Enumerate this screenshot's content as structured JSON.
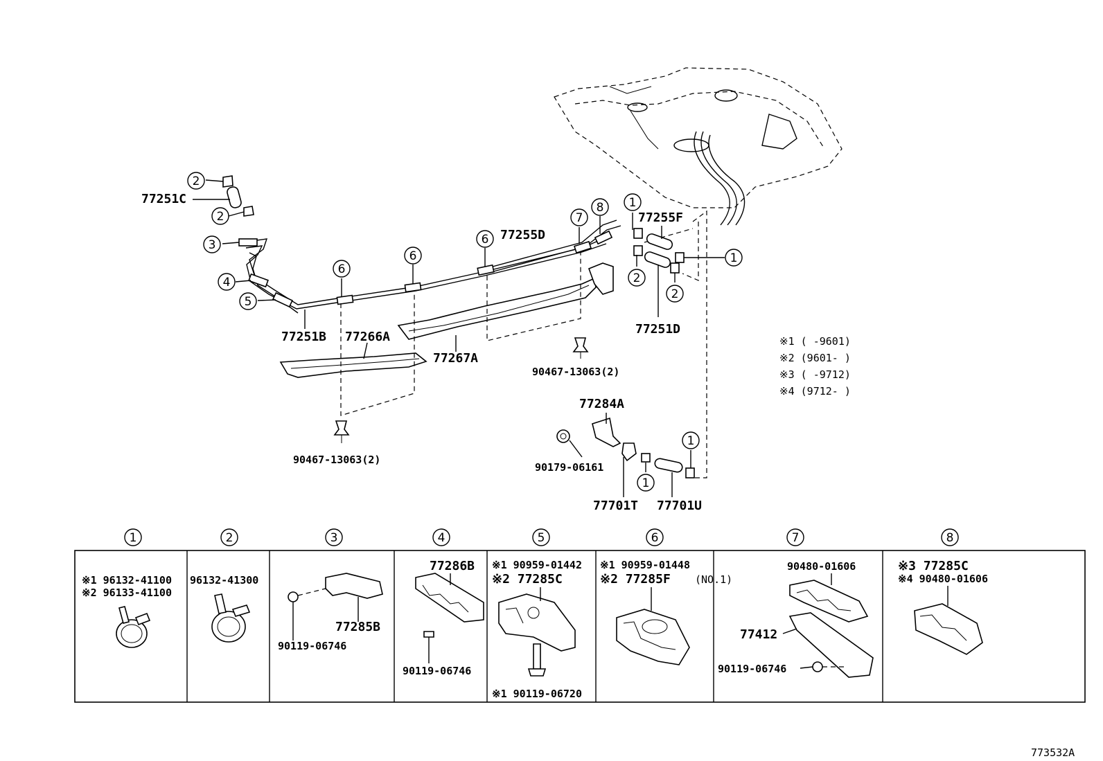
{
  "parts": {
    "p77251C": "77251C",
    "p77251B": "77251B",
    "p77266A": "77266A",
    "p77267A": "77267A",
    "p77255D": "77255D",
    "p77255F": "77255F",
    "p77251D": "77251D",
    "p90467a": "90467-13063(2)",
    "p90467b": "90467-13063(2)",
    "p77284A": "77284A",
    "p90179": "90179-06161",
    "p77701T": "77701T",
    "p77701U": "77701U"
  },
  "callouts": [
    "1",
    "2",
    "3",
    "4",
    "5",
    "6",
    "7",
    "8"
  ],
  "legend": [
    "※1 (    -9601)",
    "※2 (9601-    )",
    "※3 (    -9712)",
    "※4 (9712-    )"
  ],
  "table": {
    "headers": [
      "1",
      "2",
      "3",
      "4",
      "5",
      "6",
      "7",
      "8"
    ],
    "cell1": [
      "※1 96132-41100",
      "※2 96133-41100"
    ],
    "cell2": [
      "96132-41300"
    ],
    "cell3": [
      "77285B",
      "90119-06746"
    ],
    "cell4": [
      "77286B",
      "90119-06746"
    ],
    "cell5": [
      "※1 90959-01442",
      "※2 77285C",
      "※1 90119-06720"
    ],
    "cell6": [
      "※1 90959-01448",
      "※2 77285F",
      "(NO.1)"
    ],
    "cell7": [
      "90480-01606",
      "77412",
      "90119-06746"
    ],
    "cell8": [
      "※3 77285C",
      "※4 90480-01606"
    ]
  },
  "figure_id": "773532A"
}
